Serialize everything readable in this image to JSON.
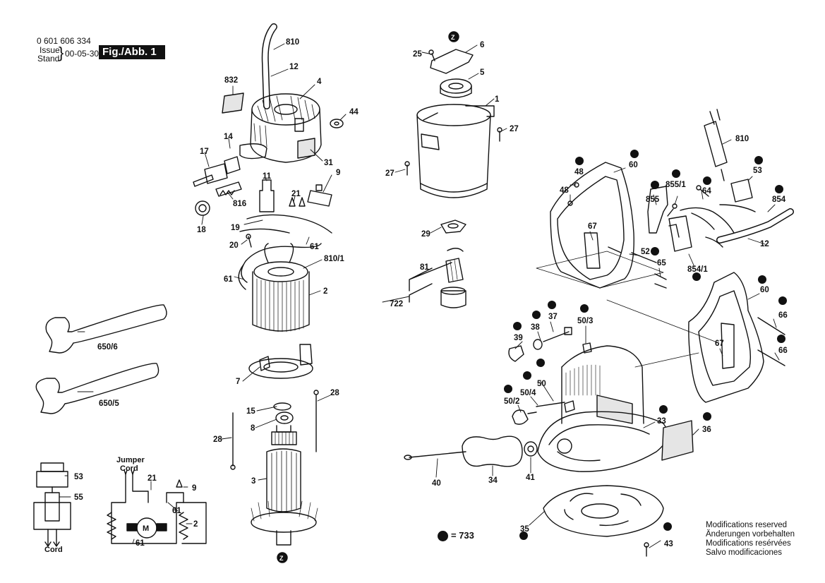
{
  "header": {
    "part_number": "0 601 606 334",
    "issue_label": "Issue",
    "stand_label": "Stand",
    "date": "00-05-30",
    "figure": "Fig./Abb. 1"
  },
  "modifications": [
    "Modifications reserved",
    "Änderungen vorbehalten",
    "Modifications resérvées",
    "Salvo modificaciones"
  ],
  "legend": {
    "marker_value": "= 733"
  },
  "schematic": {
    "jumper_line1": "Jumper",
    "jumper_line2": "Cord",
    "cord_left": "Cord",
    "motor": "M"
  },
  "callouts": {
    "c810a": "810",
    "c12a": "12",
    "c832": "832",
    "c4": "4",
    "c44": "44",
    "c14": "14",
    "c17": "17",
    "c31": "31",
    "c11": "11",
    "c9a": "9",
    "c21a": "21",
    "c816": "816",
    "c18": "18",
    "c19": "19",
    "c20": "20",
    "c61a": "61",
    "c810_1": "810/1",
    "c61b": "61",
    "c2a": "2",
    "c650_6": "650/6",
    "c650_5": "650/5",
    "c7": "7",
    "c15": "15",
    "c8": "8",
    "c28a": "28",
    "c28b": "28",
    "c3": "3",
    "c25": "25",
    "c6": "6",
    "c5": "5",
    "c1": "1",
    "c27a": "27",
    "c27b": "27",
    "c29": "29",
    "c81": "81",
    "c722": "722",
    "c48a": "48",
    "c48b": "48",
    "c60a": "60",
    "c855_1": "855/1",
    "c64": "64",
    "c855": "855",
    "c810b": "810",
    "c53a": "53",
    "c854": "854",
    "c67a": "67",
    "c52": "52",
    "c65": "65",
    "c854_1": "854/1",
    "c12b": "12",
    "c60b": "60",
    "c66a": "66",
    "c66b": "66",
    "c67b": "67",
    "c37": "37",
    "c38": "38",
    "c39": "39",
    "c50_3": "50/3",
    "c50": "50",
    "c50_4": "50/4",
    "c50_2": "50/2",
    "c33": "33",
    "c36": "36",
    "c40": "40",
    "c34": "34",
    "c41": "41",
    "c35": "35",
    "c43": "43",
    "s53": "53",
    "s55": "55",
    "s21": "21",
    "s9": "9",
    "s61a": "61",
    "s2": "2",
    "s61b": "61"
  }
}
